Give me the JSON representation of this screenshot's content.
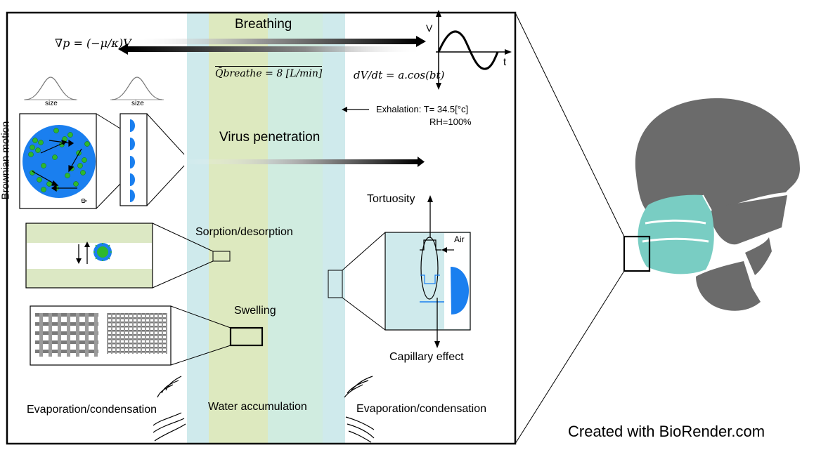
{
  "labels": {
    "breathing": "Breathing",
    "virus_penetration": "Virus penetration",
    "sorption": "Sorption/desorption",
    "swelling": "Swelling",
    "water_accumulation": "Water accumulation",
    "evaporation_left": "Evaporation/condensation",
    "evaporation_right": "Evaporation/condensation",
    "tortuosity": "Tortuosity",
    "capillary": "Capillary effect",
    "air": "Air",
    "exhalation_line1": "Exhalation: T= 34.5[°c]",
    "exhalation_line2": "RH=100%",
    "brownian": "Brownian motion",
    "size_left": "size",
    "size_right": "size",
    "phi": "φ",
    "axis_v": "V",
    "axis_t": "t",
    "credit": "Created with BioRender.com"
  },
  "equations": {
    "darcy": "∇p = (−μ/κ)V",
    "flow": "Q̄breathe = 8 [L/min]",
    "velocity": "dV/dt = a.cos(bt)"
  },
  "colors": {
    "band_blue": "#cfeaec",
    "band_green": "#dde9bf",
    "band_teal": "#d0ece0",
    "fiber_green": "#dce8c4",
    "droplet_blue": "#1a7fef",
    "virus_green": "#2eb82e",
    "mask_teal": "#79cdc3",
    "head_gray": "#6b6b6b"
  }
}
